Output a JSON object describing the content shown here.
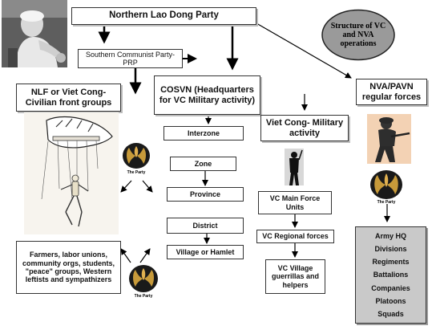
{
  "boxes": {
    "northern_lao_dong": "Northern Lao Dong Party",
    "southern_communist": "Southern Communist Party- PRP",
    "structure_title": "Structure of VC and NVA operations",
    "nlf": "NLF or Viet Cong- Civilian front groups",
    "cosvn": "COSVN (Headquarters for VC Military activity)",
    "nva_pavn": "NVA/PAVN regular forces",
    "interzone": "Interzone",
    "viet_cong_military": "Viet Cong- Military activity",
    "zone": "Zone",
    "province": "Province",
    "district": "District",
    "village_hamlet": "Village or Hamlet",
    "vc_main_force": "VC Main Force Units",
    "vc_regional": "VC Regional forces",
    "vc_village": "VC Village guerrillas and helpers",
    "civilian_groups": "Farmers, labor unions, community orgs, students, \"peace\" groups, Western leftists and sympathizers"
  },
  "party_logo_caption": "The Party",
  "nva_units": [
    "Army  HQ",
    "Divisions",
    "Regiments",
    "Battalions",
    "Companies",
    "Platoons",
    "Squads"
  ],
  "colors": {
    "units_background": "#c9c9c9",
    "structure_oval": "#9a9a9a",
    "soldier_panel": "#f3d2b4"
  }
}
